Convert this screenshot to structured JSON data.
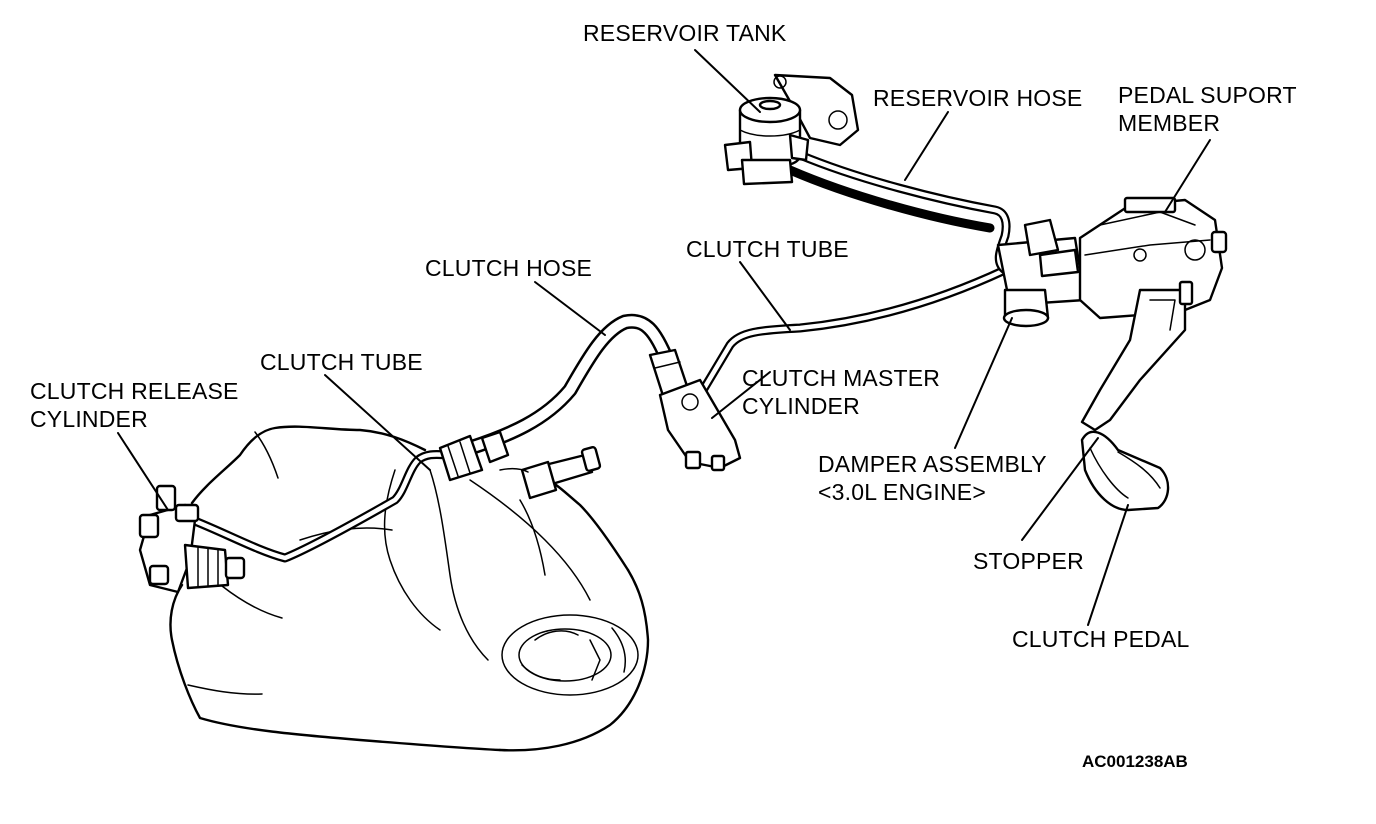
{
  "diagram": {
    "labels": {
      "reservoir_tank": "RESERVOIR TANK",
      "reservoir_hose": "RESERVOIR HOSE",
      "pedal_support_member_line1": "PEDAL SUPORT",
      "pedal_support_member_line2": "MEMBER",
      "clutch_hose": "CLUTCH HOSE",
      "clutch_tube_upper": "CLUTCH TUBE",
      "clutch_tube_lower": "CLUTCH TUBE",
      "clutch_release_cylinder_line1": "CLUTCH RELEASE",
      "clutch_release_cylinder_line2": "CYLINDER",
      "clutch_master_cylinder_line1": "CLUTCH MASTER",
      "clutch_master_cylinder_line2": "CYLINDER",
      "damper_assembly_line1": "DAMPER ASSEMBLY",
      "damper_assembly_line2": "<3.0L ENGINE>",
      "stopper": "STOPPER",
      "clutch_pedal": "CLUTCH PEDAL"
    },
    "figure_code": "AC001238AB",
    "colors": {
      "ink": "#000000",
      "paper": "#ffffff"
    }
  }
}
